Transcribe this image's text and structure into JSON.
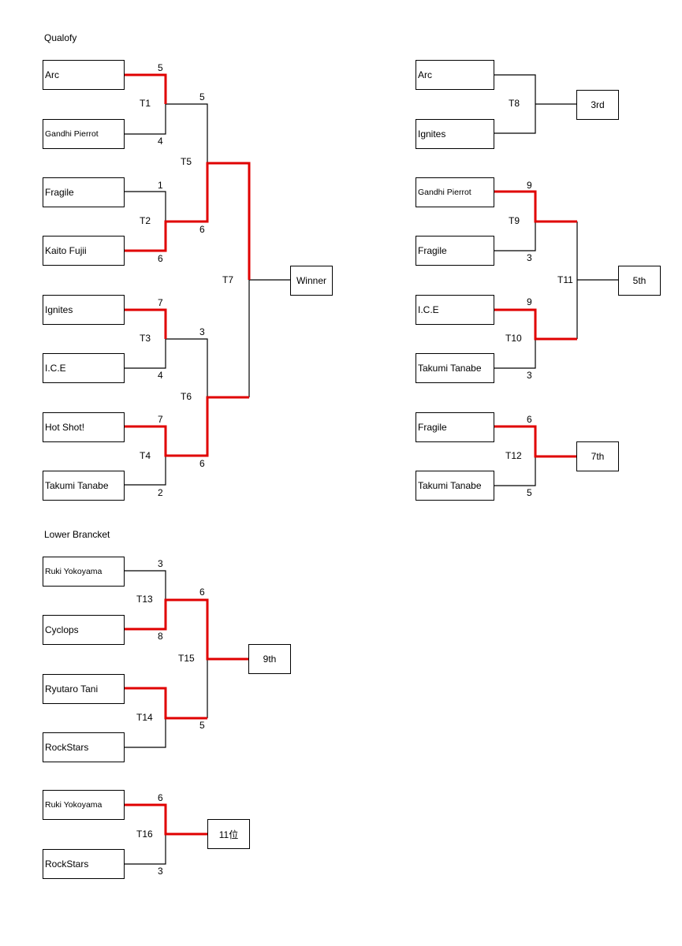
{
  "sections": {
    "upper": "Qualofy",
    "lower": "Lower Brancket"
  },
  "teams": {
    "arc": "Arc",
    "gandhi": "Gandhi Pierrot",
    "fragile": "Fragile",
    "kaito": "Kaito Fujii",
    "ignites": "Ignites",
    "ice": "I.C.E",
    "hotshot": "Hot Shot!",
    "takumi": "Takumi Tanabe",
    "ruki": "Ruki Yokoyama",
    "cyclops": "Cyclops",
    "ryutaro": "Ryutaro Tani",
    "rockstars": "RockStars"
  },
  "places": {
    "winner": "Winner",
    "third": "3rd",
    "fifth": "5th",
    "seventh": "7th",
    "ninth": "9th",
    "eleventh": "11位"
  },
  "matches": {
    "t1": {
      "label": "T1",
      "top": "5",
      "bottom": "4"
    },
    "t2": {
      "label": "T2",
      "top": "1",
      "bottom": "6"
    },
    "t3": {
      "label": "T3",
      "top": "7",
      "bottom": "4"
    },
    "t4": {
      "label": "T4",
      "top": "7",
      "bottom": "2"
    },
    "t5": {
      "label": "T5",
      "top": "5",
      "bottom": "6"
    },
    "t6": {
      "label": "T6",
      "top": "3",
      "bottom": "6"
    },
    "t7": {
      "label": "T7"
    },
    "t8": {
      "label": "T8"
    },
    "t9": {
      "label": "T9",
      "top": "9",
      "bottom": "3"
    },
    "t10": {
      "label": "T10",
      "top": "9",
      "bottom": "3"
    },
    "t11": {
      "label": "T11"
    },
    "t12": {
      "label": "T12",
      "top": "6",
      "bottom": "5"
    },
    "t13": {
      "label": "T13",
      "top": "3",
      "bottom": "8"
    },
    "t14": {
      "label": "T14"
    },
    "t15": {
      "label": "T15",
      "top": "6",
      "bottom": "5"
    },
    "t16": {
      "label": "T16",
      "top": "6",
      "bottom": "3"
    }
  },
  "colors": {
    "winner_path": "#e00000",
    "line": "#000000"
  }
}
